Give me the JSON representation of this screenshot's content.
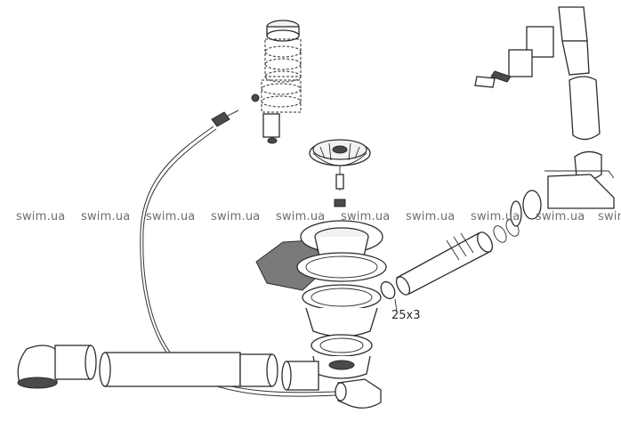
{
  "watermark": {
    "text": "swim.ua",
    "color": "#6e6e6e",
    "count": 10
  },
  "callouts": {
    "seal_size": "25x3"
  },
  "colors": {
    "line": "#2b2b2b",
    "grey_pad": "#7a7a7a"
  }
}
